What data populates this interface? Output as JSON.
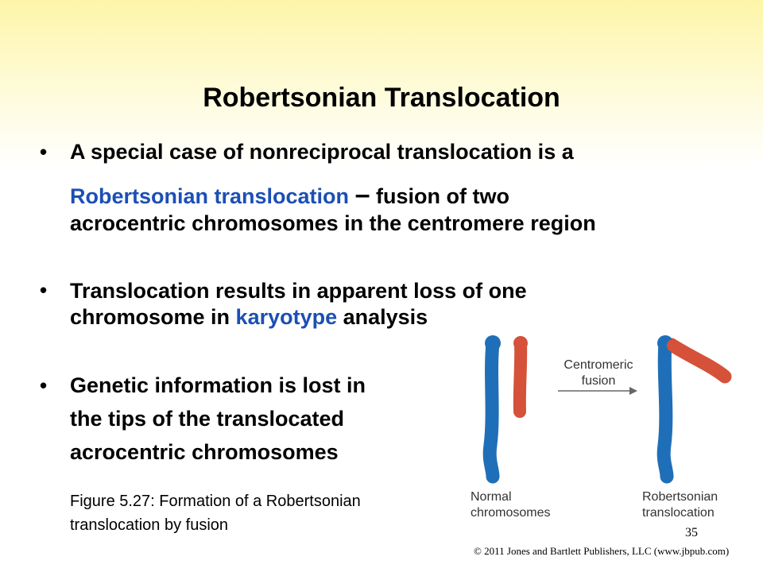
{
  "slide": {
    "title": "Robertsonian Translocation",
    "bullet_char": "•",
    "bullets": [
      {
        "line1": "A special case of nonreciprocal translocation is a",
        "term": "Robertsonian translocation",
        "dash": "–",
        "line2_rest": " fusion of two",
        "line3": "acrocentric chromosomes in the centromere region"
      },
      {
        "line1": "Translocation results in apparent loss of one",
        "line2_pre": "chromosome in ",
        "term": "karyotype",
        "line2_post": " analysis"
      },
      {
        "line1": "Genetic information is lost in",
        "line2": "the tips of the translocated",
        "line3": "acrocentric chromosomes"
      }
    ],
    "caption_line1": "Figure 5.27: Formation of a Robertsonian",
    "caption_line2": "translocation by fusion",
    "page_number": "35",
    "copyright": "© 2011 Jones and Bartlett Publishers, LLC (www.jbpub.com)"
  },
  "figure": {
    "arrow_label_line1": "Centromeric",
    "arrow_label_line2": "fusion",
    "left_label_line1": "Normal",
    "left_label_line2": "chromosomes",
    "right_label_line1": "Robertsonian",
    "right_label_line2": "translocation",
    "colors": {
      "blue_chromosome": "#1f6fb8",
      "red_chromosome": "#d6513a"
    }
  }
}
